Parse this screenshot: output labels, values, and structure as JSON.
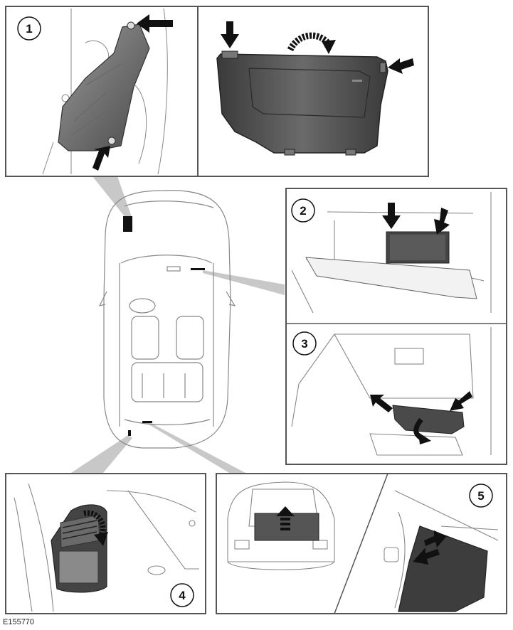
{
  "figure": {
    "reference_code": "E155770",
    "callouts": [
      "1",
      "2",
      "3",
      "4",
      "5"
    ]
  },
  "colors": {
    "line": "#555555",
    "dark_fill": "#4a4a4a",
    "mid_fill": "#8a8a8a",
    "light_fill": "#d9d9d9",
    "leader": "#bdbdbd",
    "arrow": "#111111"
  }
}
